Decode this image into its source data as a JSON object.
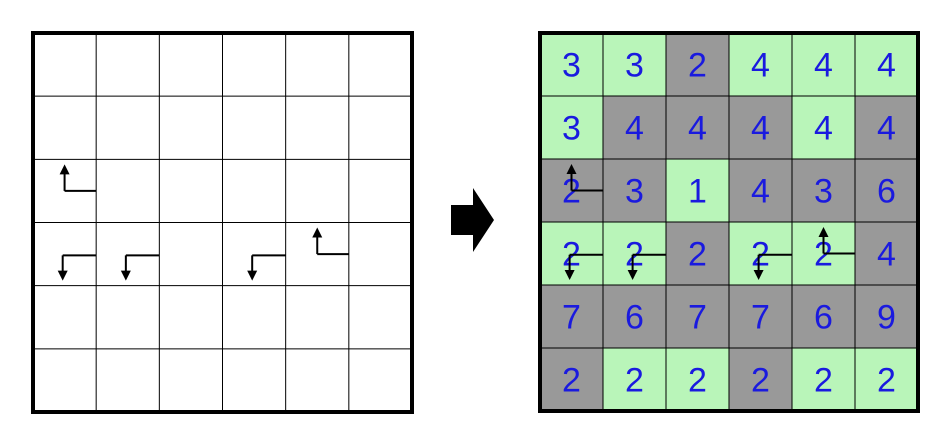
{
  "colors": {
    "light": "#b9f5b9",
    "dark": "#999999",
    "number": "#1a1adf",
    "line": "#000000"
  },
  "left_puzzle": {
    "rows": 6,
    "cols": 6,
    "clues": [
      {
        "row": 2,
        "col": 0,
        "arrow": "up-left"
      },
      {
        "row": 3,
        "col": 0,
        "arrow": "down-left"
      },
      {
        "row": 3,
        "col": 1,
        "arrow": "down-left"
      },
      {
        "row": 3,
        "col": 3,
        "arrow": "down-left"
      },
      {
        "row": 3,
        "col": 4,
        "arrow": "up-right"
      }
    ]
  },
  "transition_arrow": "right-arrow",
  "right_solution": {
    "shading": [
      [
        "L",
        "L",
        "D",
        "L",
        "L",
        "L"
      ],
      [
        "L",
        "D",
        "D",
        "D",
        "L",
        "D"
      ],
      [
        "D",
        "D",
        "L",
        "D",
        "D",
        "D"
      ],
      [
        "L",
        "L",
        "D",
        "L",
        "L",
        "D"
      ],
      [
        "D",
        "D",
        "D",
        "D",
        "D",
        "D"
      ],
      [
        "D",
        "L",
        "L",
        "D",
        "L",
        "L"
      ]
    ],
    "numbers": [
      [
        "3",
        "3",
        "2",
        "4",
        "4",
        "4"
      ],
      [
        "3",
        "4",
        "4",
        "4",
        "4",
        "4"
      ],
      [
        "2",
        "3",
        "1",
        "4",
        "3",
        "6"
      ],
      [
        "2",
        "2",
        "2",
        "2",
        "2",
        "4"
      ],
      [
        "7",
        "6",
        "7",
        "7",
        "6",
        "9"
      ],
      [
        "2",
        "2",
        "2",
        "2",
        "2",
        "2"
      ]
    ]
  }
}
